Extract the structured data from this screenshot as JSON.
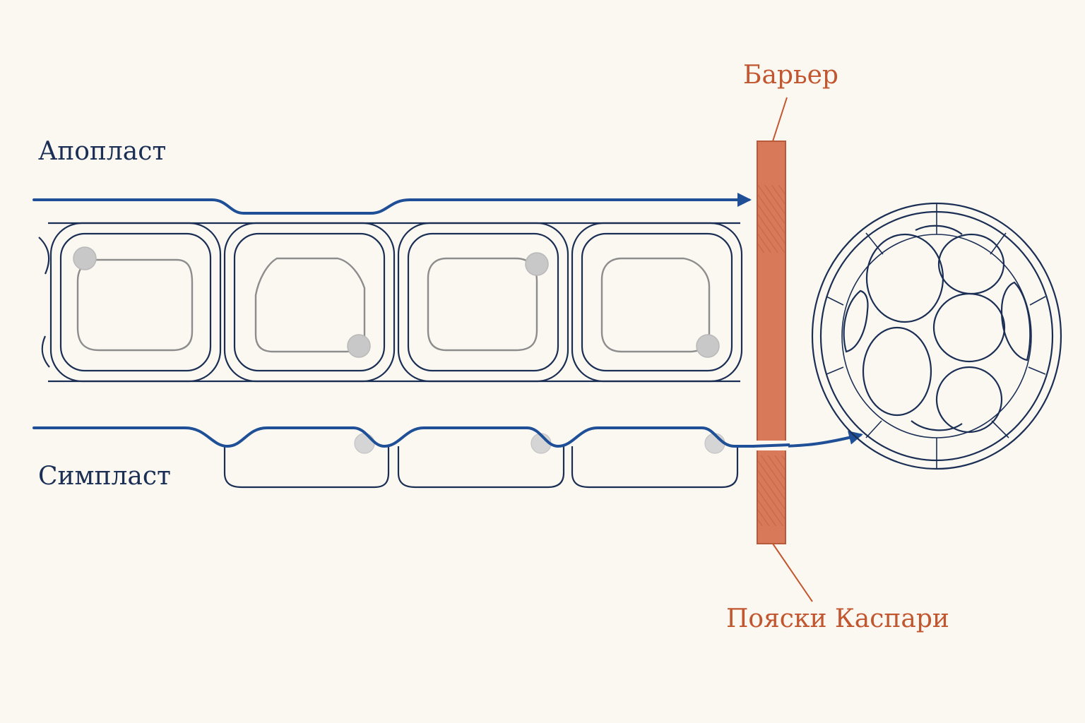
{
  "labels": {
    "apoplast": "Апопласт",
    "symplast": "Симпласт",
    "barrier": "Барьер",
    "casparian_strip": "Пояски Каспари"
  },
  "colors": {
    "background": "#fbf8f2",
    "cell_outline": "#1b2f55",
    "pathway_arrow": "#1f4f96",
    "barrier": "#d87a5a",
    "barrier_label": "#c2562f",
    "vacuole": "#8d8d8d",
    "nucleus": "#c8c8c8"
  },
  "icons": {
    "apoplast_arrow": "arrow-right-icon",
    "symplast_arrow": "arrow-right-icon"
  }
}
